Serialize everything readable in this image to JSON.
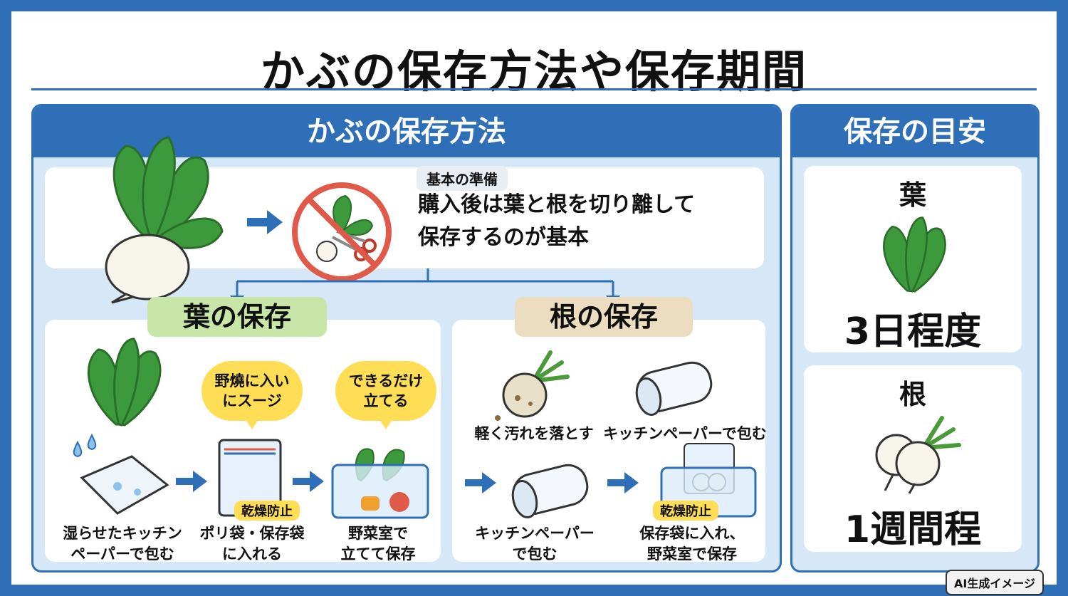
{
  "title": "かぶの保存方法や保存期間",
  "method_panel": {
    "heading": "かぶの保存方法",
    "prep": {
      "label": "基本の準備",
      "line1": "購入後は葉と根を切り離して",
      "line2": "保存するのが基本"
    },
    "leaf": {
      "heading": "葉の保存",
      "bubble1": [
        "野燒に入い",
        "にスージ"
      ],
      "bubble2": [
        "できるだけ",
        "立てる"
      ],
      "step1": [
        "湿らせたキッチン",
        "ペーパーで包む"
      ],
      "step2": [
        "ポリ袋・保存袋",
        "に入れる"
      ],
      "step3": [
        "野菜室で",
        "立てて保存"
      ],
      "tag": "乾燥防止"
    },
    "root": {
      "heading": "根の保存",
      "step1": "軽く汚れを落とす",
      "step2": "キッチンペーパーで包む",
      "step3": [
        "キッチンペーパー",
        "で包む"
      ],
      "step4": [
        "保存袋に入れ、",
        "野菜室で保存"
      ],
      "tag": "乾燥防止"
    }
  },
  "guide_panel": {
    "heading": "保存の目安",
    "leaf_label": "葉",
    "leaf_period": "3日程度",
    "root_label": "根",
    "root_period": "1週間程"
  },
  "badge": "AI生成イメージ",
  "colors": {
    "accent_blue": "#2f6fb7",
    "panel_bg": "#d6e8f7",
    "leaf_pill": "#c8e6a8",
    "root_pill": "#ecdcc0",
    "bubble_yellow": "#ffdd55",
    "prohibit_red": "#e05a4a"
  },
  "icons": [
    "turnip-icon",
    "arrow-right-icon",
    "no-cutting-icon",
    "leaf-bunch-icon",
    "water-drop-icon",
    "zip-bag-icon",
    "veggie-container-icon",
    "paper-roll-icon",
    "arrow-down-icon"
  ]
}
